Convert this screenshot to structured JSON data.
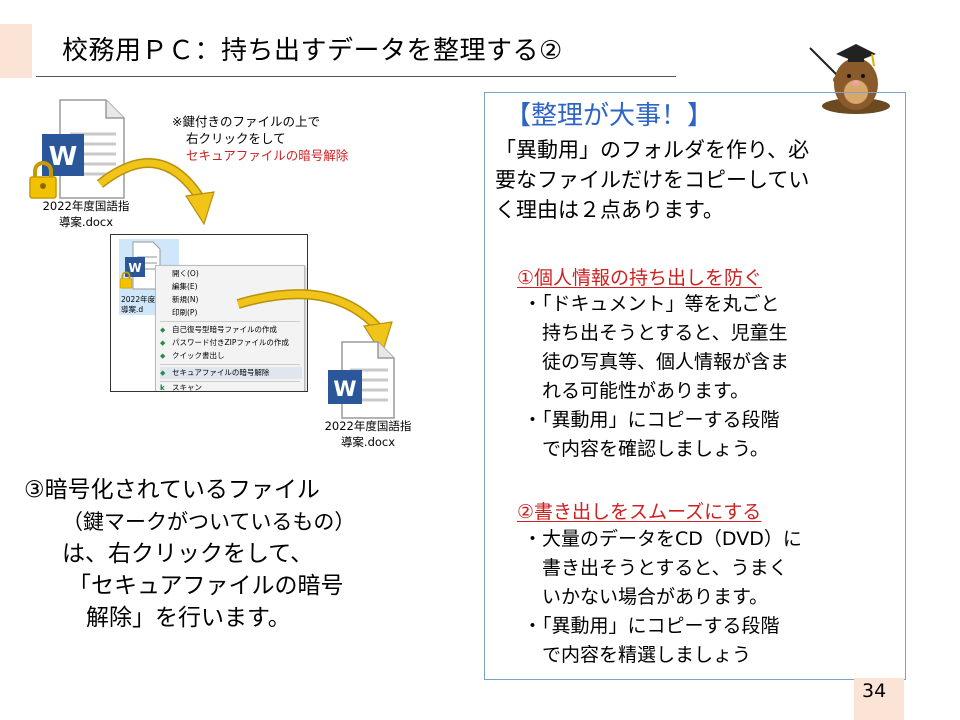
{
  "title": "校務用ＰＣ：持ち出すデータを整理する②",
  "note": {
    "line1": "※鍵付きのファイルの上で",
    "line2": "右クリックをして",
    "line3": "セキュアファイルの暗号解除"
  },
  "file_top": {
    "name_line1": "2022年度国語指",
    "name_line2": "導案.docx"
  },
  "file_mid": {
    "name_line1": "2022年度国語指",
    "name_line2": "導案.d"
  },
  "file_bottom": {
    "name_line1": "2022年度国語指",
    "name_line2": "導案.docx"
  },
  "context_menu": {
    "items": [
      "開く(O)",
      "編集(E)",
      "新規(N)",
      "印刷(P)",
      "自己復号型暗号ファイルの作成",
      "パスワード付きZIPファイルの作成",
      "クイック書出し",
      "セキュアファイルの暗号解除",
      "スキャン"
    ],
    "highlighted": "セキュアファイルの暗号解除"
  },
  "instruction": {
    "line1": "③暗号化されているファイル",
    "line2": "（鍵マークがついているもの）",
    "line3": "は、右クリックをして、",
    "line4": "「セキュアファイルの暗号",
    "line5": "解除」を行います。"
  },
  "box": {
    "heading": "【整理が大事！】",
    "intro": [
      "「異動用」のフォルダを作り、必",
      "要なファイルだけをコピーしてい",
      "く理由は２点あります。"
    ],
    "section1": {
      "title": "①個人情報の持ち出しを防ぐ",
      "lines": [
        "・「ドキュメント」等を丸ごと",
        "持ち出そうとすると、児童生",
        "徒の写真等、個人情報が含ま",
        "れる可能性があります。",
        "・「異動用」にコピーする段階",
        "で内容を確認しましょう。"
      ]
    },
    "section2": {
      "title": "②書き出しをスムーズにする",
      "lines": [
        "・大量のデータをCD（DVD）に",
        "書き出そうとすると、うまく",
        "いかない場合があります。",
        "・「異動用」にコピーする段階",
        "で内容を精選しましょう"
      ]
    }
  },
  "page_number": "34",
  "colors": {
    "accent": "#fbe3d6",
    "heading_blue": "#2e64c4",
    "red": "#d01f1f",
    "word_blue": "#2b579a",
    "lock_yellow": "#f2c200",
    "arrow_yellow": "#f0c419"
  },
  "icons": [
    "word-document-icon",
    "lock-icon",
    "curved-arrow-icon",
    "mole-mascot-icon"
  ]
}
